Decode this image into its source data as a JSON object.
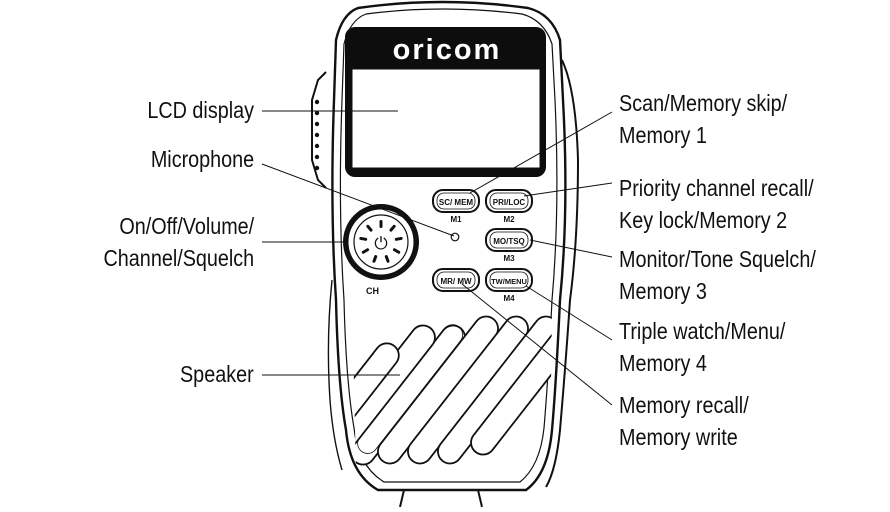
{
  "device": {
    "brand": "oricom",
    "buttons": {
      "sc_mem": "SC/ MEM",
      "pri_loc": "PRI/LOC",
      "mo_tsq": "MO/TSQ",
      "mr_mw": "MR/ MW",
      "tw_menu": "TW/MENU"
    },
    "memory_marks": {
      "m1": "M1",
      "m2": "M2",
      "m3": "M3",
      "m4": "M4"
    },
    "knob_mark": "CH",
    "power_symbol": "⏻"
  },
  "labels": {
    "lcd_display": "LCD display",
    "microphone": "Microphone",
    "on_off_volume": [
      "On/Off/Volume/",
      "Channel/Squelch"
    ],
    "speaker": "Speaker",
    "scan_memory": [
      "Scan/Memory skip/",
      "Memory 1"
    ],
    "priority_channel": [
      "Priority channel recall/",
      "Key lock/Memory 2"
    ],
    "monitor_tone": [
      "Monitor/Tone Squelch/",
      "Memory 3"
    ],
    "triple_watch": [
      "Triple watch/Menu/",
      "Memory 4"
    ],
    "memory_recall": [
      "Memory recall/",
      "Memory write"
    ]
  }
}
